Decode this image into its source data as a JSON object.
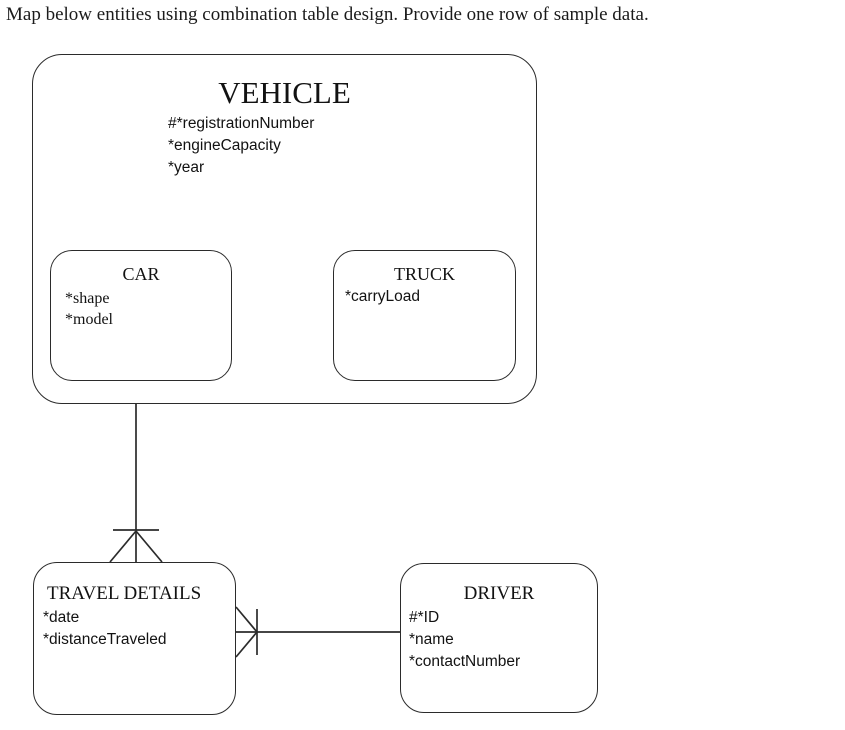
{
  "prompt": {
    "text": "Map below entities using combination table design. Provide one row of sample data."
  },
  "diagram": {
    "type": "entity-relationship-diagram",
    "notation": "barker-crows-foot",
    "stroke_color": "#2b2b2b",
    "background_color": "#ffffff",
    "entities": [
      {
        "id": "vehicle",
        "name": "VEHICLE",
        "role": "supertype",
        "attributes": [
          "#*registrationNumber",
          "*engineCapacity",
          "*year"
        ]
      },
      {
        "id": "car",
        "name": "CAR",
        "role": "subtype",
        "parent": "VEHICLE",
        "attributes": [
          "*shape",
          "*model"
        ]
      },
      {
        "id": "truck",
        "name": "TRUCK",
        "role": "subtype",
        "parent": "VEHICLE",
        "attributes": [
          "*carryLoad"
        ]
      },
      {
        "id": "travel_details",
        "name": "TRAVEL DETAILS",
        "role": "entity",
        "attributes": [
          "*date",
          "*distanceTraveled"
        ]
      },
      {
        "id": "driver",
        "name": "DRIVER",
        "role": "entity",
        "attributes": [
          "#*ID",
          "*name",
          "*contactNumber"
        ]
      }
    ],
    "relationships": [
      {
        "id": "vehicle-travel",
        "from": "VEHICLE",
        "to": "TRAVEL DETAILS",
        "from_end": "one-mandatory",
        "to_end": "many-mandatory",
        "orientation": "vertical"
      },
      {
        "id": "travel-driver",
        "from": "TRAVEL DETAILS",
        "to": "DRIVER",
        "from_end": "many-mandatory",
        "to_end": "one-mandatory",
        "orientation": "horizontal"
      }
    ]
  }
}
